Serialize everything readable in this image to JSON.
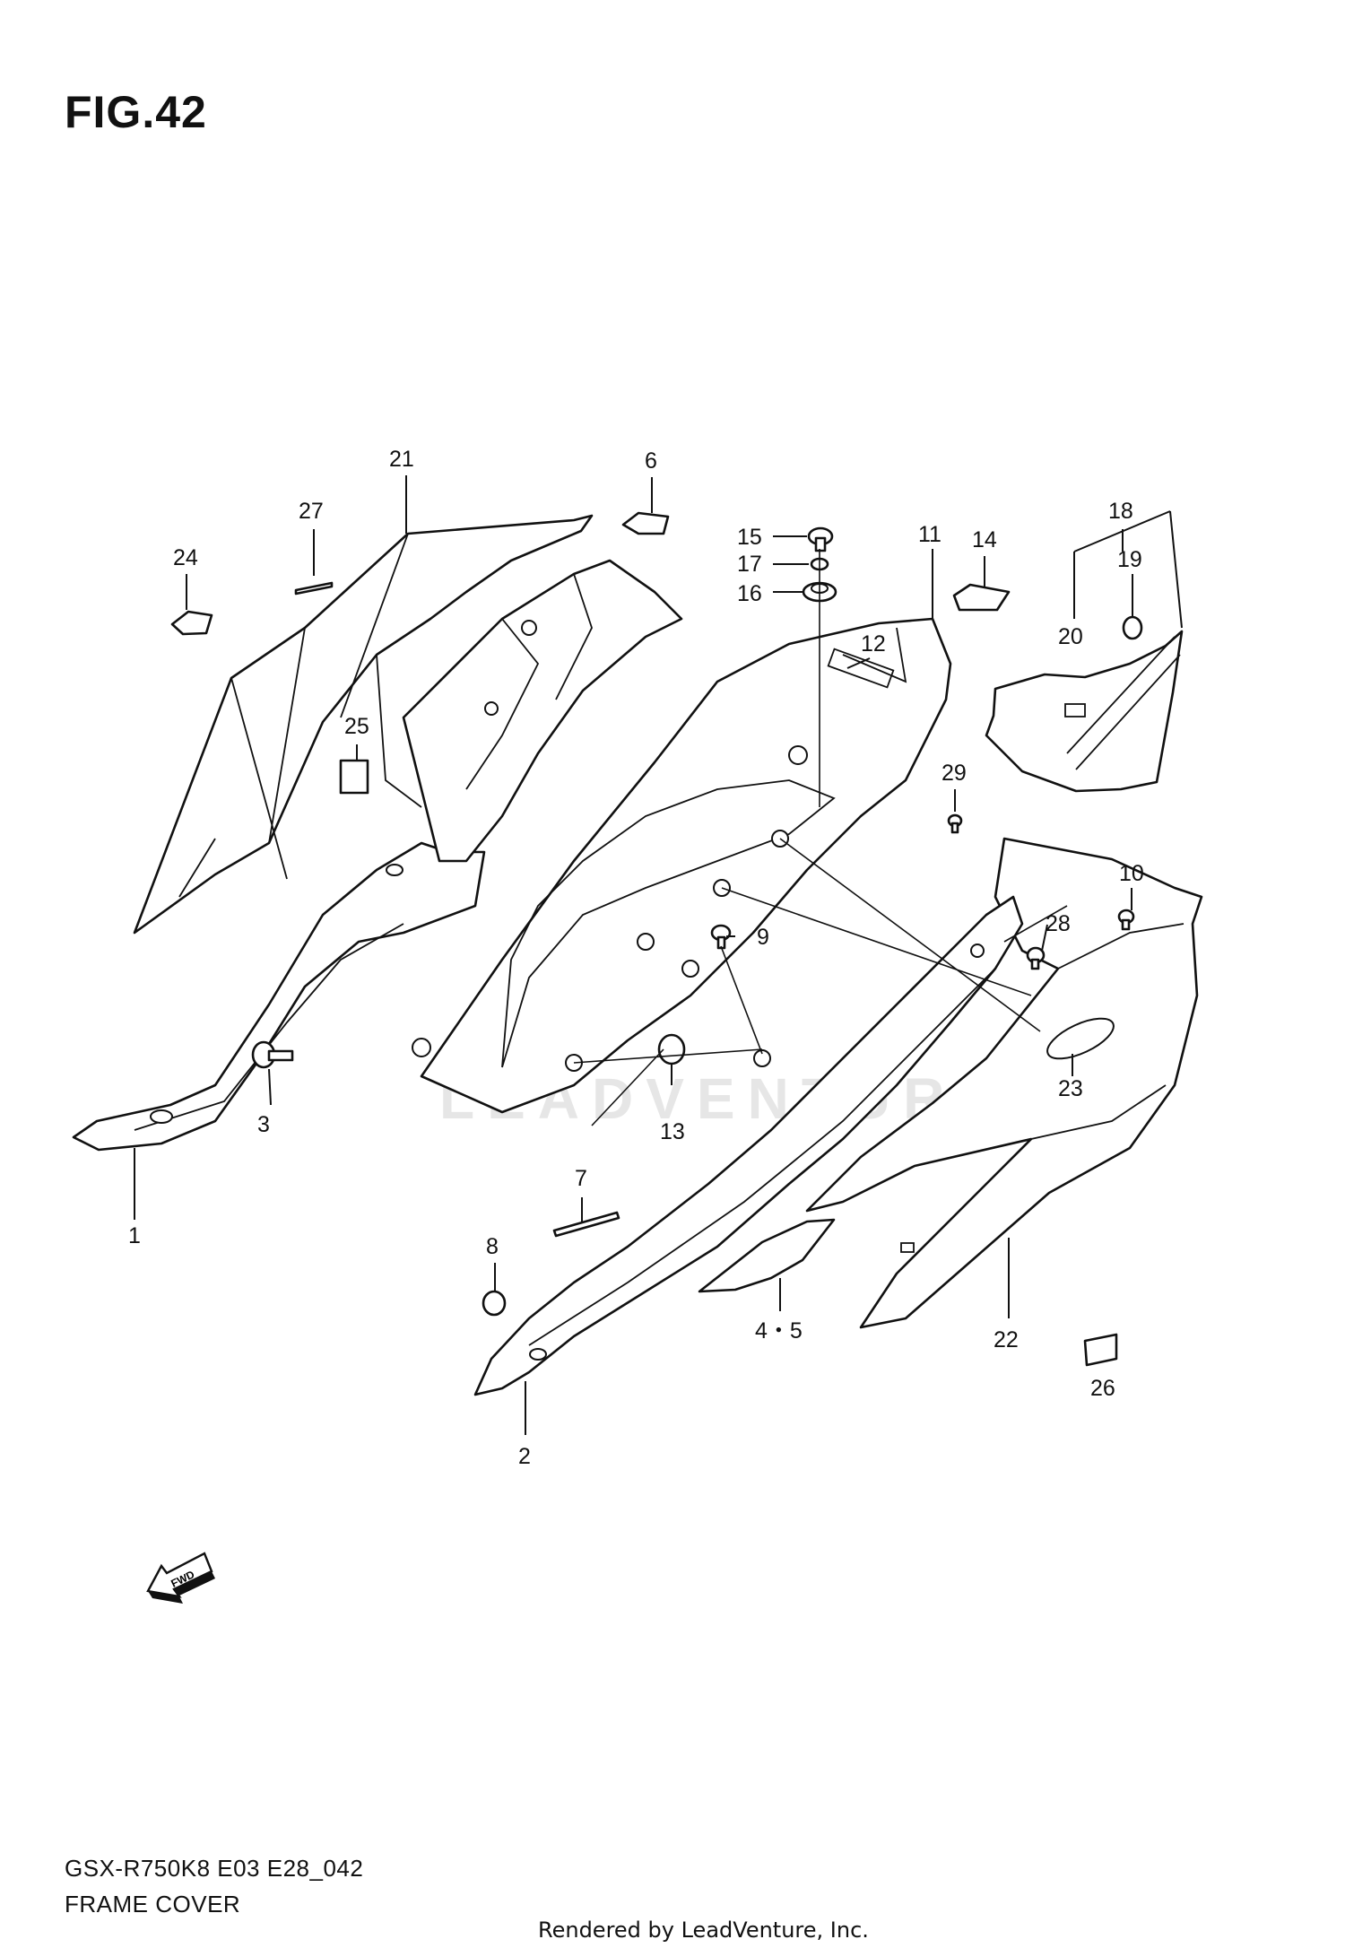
{
  "figure": {
    "title": "FIG.42",
    "model_code": "GSX-R750K8 E03 E28_042",
    "name": "FRAME COVER",
    "rendered_by": "Rendered by LeadVenture, Inc.",
    "watermark": "LEADVENTURE",
    "fwd_arrow_label": "FWD"
  },
  "callouts": {
    "c1": "1",
    "c2": "2",
    "c3": "3",
    "c45": "4・5",
    "c6": "6",
    "c7": "7",
    "c8": "8",
    "c9": "9",
    "c10": "10",
    "c11": "11",
    "c12": "12",
    "c13": "13",
    "c14": "14",
    "c15": "15",
    "c16": "16",
    "c17": "17",
    "c18": "18",
    "c19": "19",
    "c20": "20",
    "c21": "21",
    "c22": "22",
    "c23": "23",
    "c24": "24",
    "c25": "25",
    "c26": "26",
    "c27": "27",
    "c28": "28",
    "c29": "29"
  },
  "colors": {
    "line": "#111111",
    "background": "#ffffff",
    "watermark": "#e6e6e6"
  }
}
